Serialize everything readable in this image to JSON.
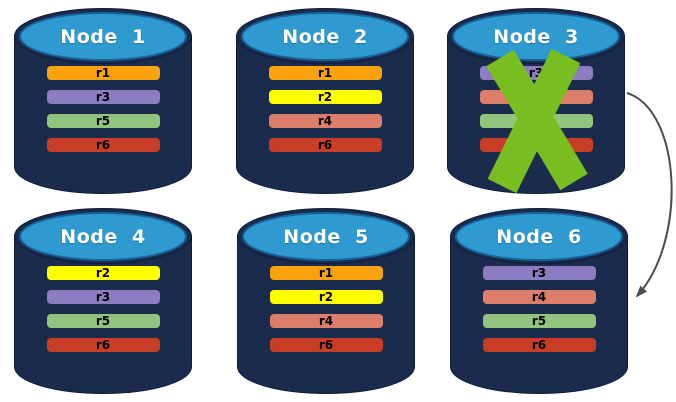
{
  "palette": {
    "cylinder_body": "#1a2b4d",
    "cylinder_top_fill": "#2f9ad0",
    "failure_x_color": "#79be20",
    "arrow_color": "#4d4d4d"
  },
  "nodes": [
    {
      "label": "Node  1",
      "failed": false,
      "replicas": [
        {
          "id": "r1",
          "color": "#f9a20d"
        },
        {
          "id": "r3",
          "color": "#8e7cc3"
        },
        {
          "id": "r5",
          "color": "#93c47d"
        },
        {
          "id": "r6",
          "color": "#c83d26"
        }
      ]
    },
    {
      "label": "Node  2",
      "failed": false,
      "replicas": [
        {
          "id": "r1",
          "color": "#f9a20d"
        },
        {
          "id": "r2",
          "color": "#ffff00"
        },
        {
          "id": "r4",
          "color": "#dd7e6b"
        },
        {
          "id": "r6",
          "color": "#c83d26"
        }
      ]
    },
    {
      "label": "Node  3",
      "failed": true,
      "replicas": [
        {
          "id": "r3",
          "color": "#8e7cc3"
        },
        {
          "id": "r4",
          "color": "#dd7e6b"
        },
        {
          "id": "r5",
          "color": "#93c47d"
        },
        {
          "id": "r6",
          "color": "#c83d26"
        }
      ]
    },
    {
      "label": "Node  4",
      "failed": false,
      "replicas": [
        {
          "id": "r2",
          "color": "#ffff00"
        },
        {
          "id": "r3",
          "color": "#8e7cc3"
        },
        {
          "id": "r5",
          "color": "#93c47d"
        },
        {
          "id": "r6",
          "color": "#c83d26"
        }
      ]
    },
    {
      "label": "Node  5",
      "failed": false,
      "replicas": [
        {
          "id": "r1",
          "color": "#f9a20d"
        },
        {
          "id": "r2",
          "color": "#ffff00"
        },
        {
          "id": "r4",
          "color": "#dd7e6b"
        },
        {
          "id": "r6",
          "color": "#c83d26"
        }
      ]
    },
    {
      "label": "Node  6",
      "failed": false,
      "replicas": [
        {
          "id": "r3",
          "color": "#8e7cc3"
        },
        {
          "id": "r4",
          "color": "#dd7e6b"
        },
        {
          "id": "r5",
          "color": "#93c47d"
        },
        {
          "id": "r6",
          "color": "#c83d26"
        }
      ]
    }
  ]
}
